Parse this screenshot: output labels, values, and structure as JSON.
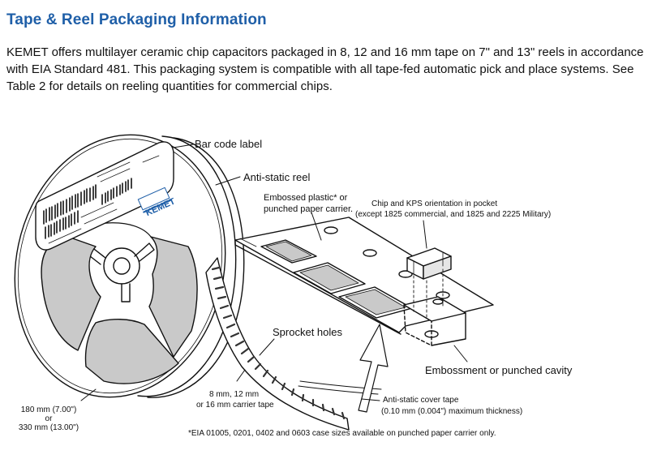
{
  "section": {
    "title": "Tape & Reel Packaging Information",
    "intro": "KEMET offers multilayer ceramic chip capacitors packaged in 8, 12 and 16 mm tape on 7\" and 13\" reels in accordance with EIA Standard 481. This packaging system is compatible with all tape-fed automatic pick and place systems. See Table 2 for details on reeling quantities for commercial chips."
  },
  "diagram": {
    "labels": {
      "bar_code": "Bar code label",
      "anti_static_reel": "Anti-static reel",
      "embossed_line1": "Embossed plastic* or",
      "embossed_line2": "punched paper carrier.",
      "chip_line1": "Chip and KPS orientation in pocket",
      "chip_line2": "(except 1825 commercial, and 1825 and 2225 Military)",
      "sprocket_holes": "Sprocket holes",
      "embossment": "Embossment or punched cavity",
      "tape_line1": "8 mm, 12 mm",
      "tape_line2": "or 16 mm carrier tape",
      "cover_line1": "Anti-static cover tape",
      "cover_line2": "(0.10 mm (0.004\") maximum thickness)",
      "reel_line1": "180 mm (7.00\")",
      "reel_line2": "or",
      "reel_line3": "330 mm (13.00\")",
      "footnote": "*EIA 01005, 0201, 0402 and 0603 case sizes available on punched paper carrier only.",
      "logo_text": "KEMET"
    },
    "colors": {
      "title": "#1f5fa8",
      "reel_window": "#c9c9c9",
      "line": "#111111"
    }
  }
}
